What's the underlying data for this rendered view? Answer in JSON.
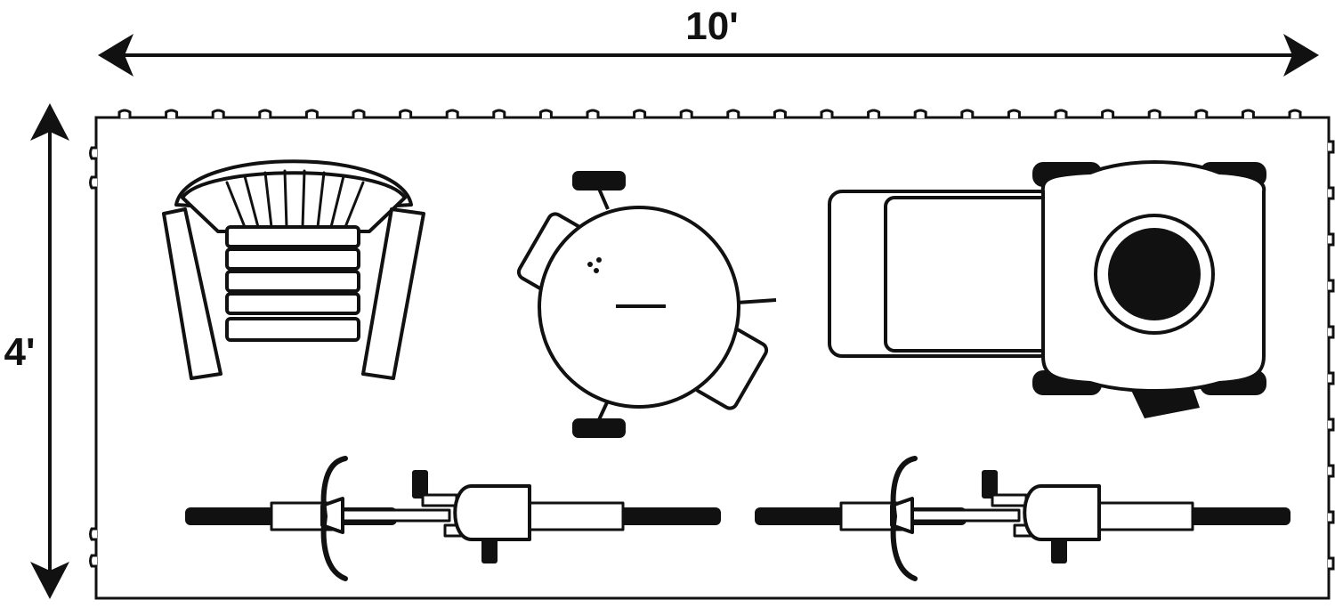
{
  "dimensions": {
    "width_label": "10'",
    "height_label": "4'"
  },
  "items": [
    {
      "name": "adirondack-chair",
      "icon": "chair-icon"
    },
    {
      "name": "round-grill",
      "icon": "grill-icon"
    },
    {
      "name": "riding-lawn-mower",
      "icon": "mower-icon"
    },
    {
      "name": "bicycle",
      "icon": "bicycle-icon"
    },
    {
      "name": "bicycle",
      "icon": "bicycle-icon"
    }
  ],
  "colors": {
    "line": "#111111",
    "background": "#ffffff"
  }
}
